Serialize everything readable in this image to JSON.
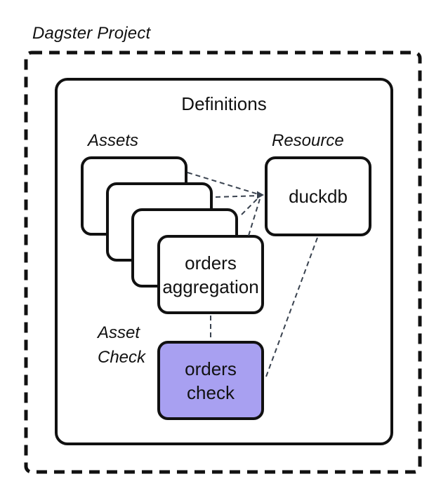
{
  "title": "Dagster Project",
  "definitions": {
    "label": "Definitions"
  },
  "section_labels": {
    "assets": "Assets",
    "resource": "Resource",
    "asset_check_line1": "Asset",
    "asset_check_line2": "Check"
  },
  "nodes": {
    "orders_aggregation": {
      "line1": "orders",
      "line2": "aggregation"
    },
    "duckdb": {
      "label": "duckdb"
    },
    "orders_check": {
      "line1": "orders",
      "line2": "check"
    }
  },
  "colors": {
    "ink": "#111111",
    "connector": "#39424f",
    "asset_check_fill": "#a8a0f1",
    "background": "#ffffff"
  }
}
